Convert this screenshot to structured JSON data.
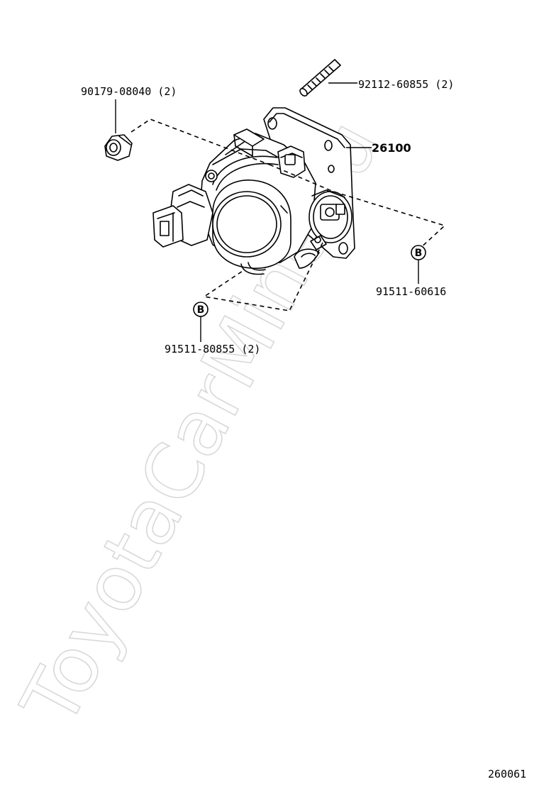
{
  "parts": [
    {
      "id": "nut",
      "number": "90179-08040",
      "qty": "(2)"
    },
    {
      "id": "stud",
      "number": "92112-60855",
      "qty": "(2)"
    },
    {
      "id": "throttle-body",
      "number": "26100",
      "qty": ""
    },
    {
      "id": "bolt-right",
      "number": "91511-60616",
      "qty": "",
      "badge": "B"
    },
    {
      "id": "bolt-bottom",
      "number": "91511-80855",
      "qty": "(2)",
      "badge": "B"
    }
  ],
  "labels": {
    "nut": "90179-08040 (2)",
    "stud": "92112-60855 (2)",
    "assembly": "26100",
    "bolt_right": "91511-60616",
    "bolt_bottom": "91511-80855 (2)",
    "badge_right": "B",
    "badge_bottom": "B"
  },
  "diagram_id": "260061",
  "watermark": "ToyotaCarMine.ru"
}
